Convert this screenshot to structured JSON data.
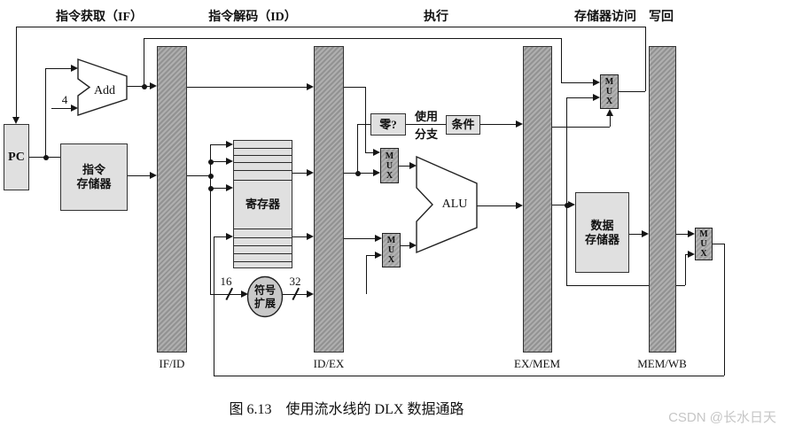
{
  "stages": {
    "if": "指令获取（IF）",
    "id": "指令解码（ID）",
    "ex": "执行",
    "mem": "存储器访问",
    "wb": "写回"
  },
  "pipeline_registers": {
    "if_id": "IF/ID",
    "id_ex": "ID/EX",
    "ex_mem": "EX/MEM",
    "mem_wb": "MEM/WB"
  },
  "blocks": {
    "pc": "PC",
    "add": "Add",
    "instruction_memory": {
      "line1": "指令",
      "line2": "存储器"
    },
    "registers": "寄存器",
    "sign_extend": {
      "line1": "符号",
      "line2": "扩展"
    },
    "zero_test": "零?",
    "branch_taken": {
      "line1": "使用",
      "line2": "分支"
    },
    "condition": "条件",
    "alu": "ALU",
    "data_memory": {
      "line1": "数据",
      "line2": "存储器"
    },
    "mux": "MUX"
  },
  "annotations": {
    "four": "4",
    "width_in": "16",
    "width_out": "32"
  },
  "caption": "图 6.13　使用流水线的 DLX 数据通路",
  "watermark": "CSDN @长水日天",
  "colors": {
    "line": "#151515",
    "box_fill": "#e0e0e0",
    "bar_fill": "#a2a2a2",
    "mux_fill": "#ababab",
    "watermark": "#c6c6c6"
  }
}
